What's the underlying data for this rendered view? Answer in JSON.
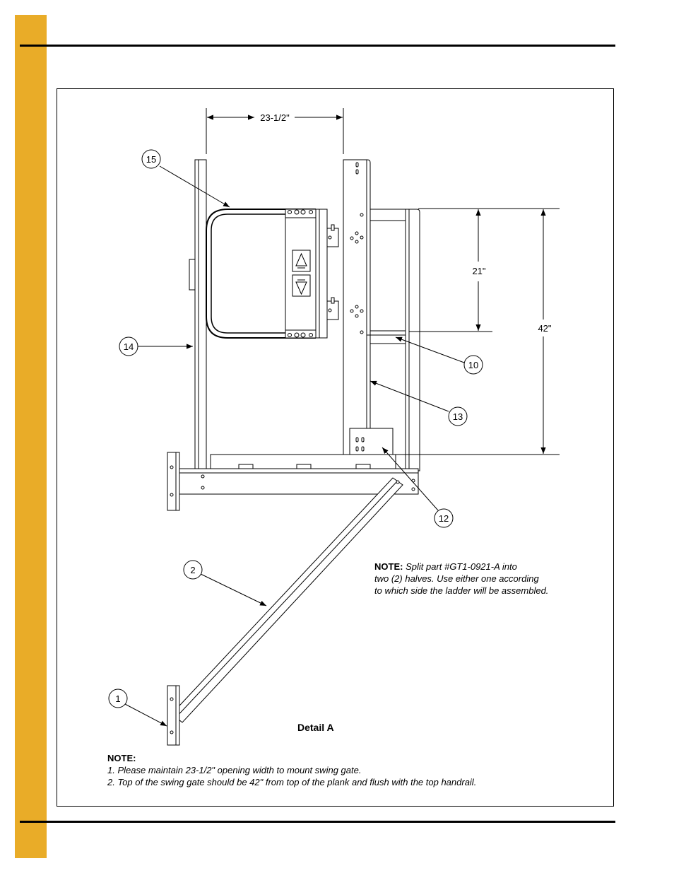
{
  "page": {
    "accent_color": "#e9ac28"
  },
  "dimensions": {
    "opening_width": "23-1/2\"",
    "gate_height": "21\"",
    "total_height": "42\""
  },
  "callouts": [
    "15",
    "14",
    "10",
    "13",
    "12",
    "2",
    "1"
  ],
  "note_right": {
    "heading": "NOTE:",
    "line1": "Split part #GT1-0921-A into",
    "line2": "two (2) halves. Use either one according",
    "line3": "to which side the ladder will be assembled."
  },
  "detail_label": "Detail A",
  "notes_bottom": {
    "heading": "NOTE:",
    "items": [
      "1. Please maintain 23-1/2\" opening width to mount swing gate.",
      "2. Top of the swing gate should be 42\" from top of the plank and flush with the top handrail."
    ]
  }
}
